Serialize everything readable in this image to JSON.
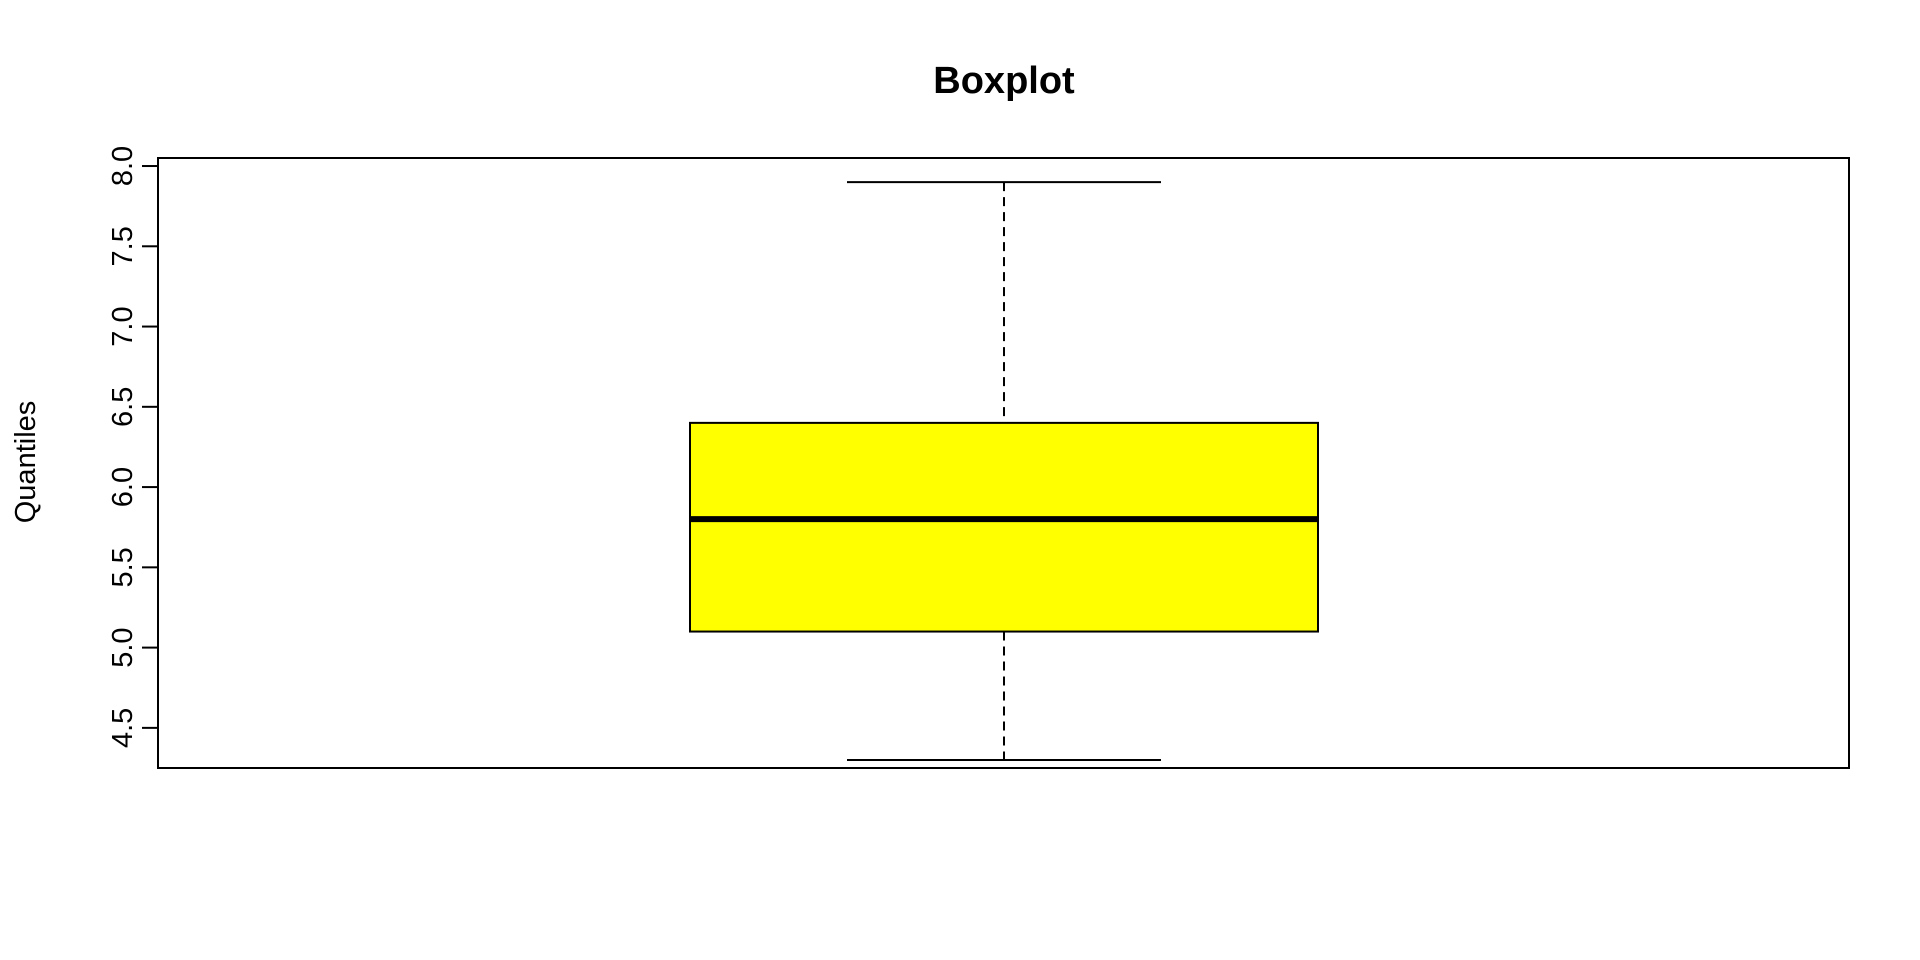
{
  "chart_data": {
    "type": "box",
    "title": "Boxplot",
    "ylabel": "Quantiles",
    "xlabel": "",
    "ylim": [
      4.25,
      8.05
    ],
    "yticks": [
      4.5,
      5.0,
      5.5,
      6.0,
      6.5,
      7.0,
      7.5,
      8.0
    ],
    "ytick_labels": [
      "4.5",
      "5.0",
      "5.5",
      "6.0",
      "6.5",
      "7.0",
      "7.5",
      "8.0"
    ],
    "box": {
      "min": 4.3,
      "q1": 5.1,
      "median": 5.8,
      "q3": 6.4,
      "max": 7.9
    },
    "colors": {
      "box_fill": "#ffff00",
      "line": "#000000"
    }
  }
}
